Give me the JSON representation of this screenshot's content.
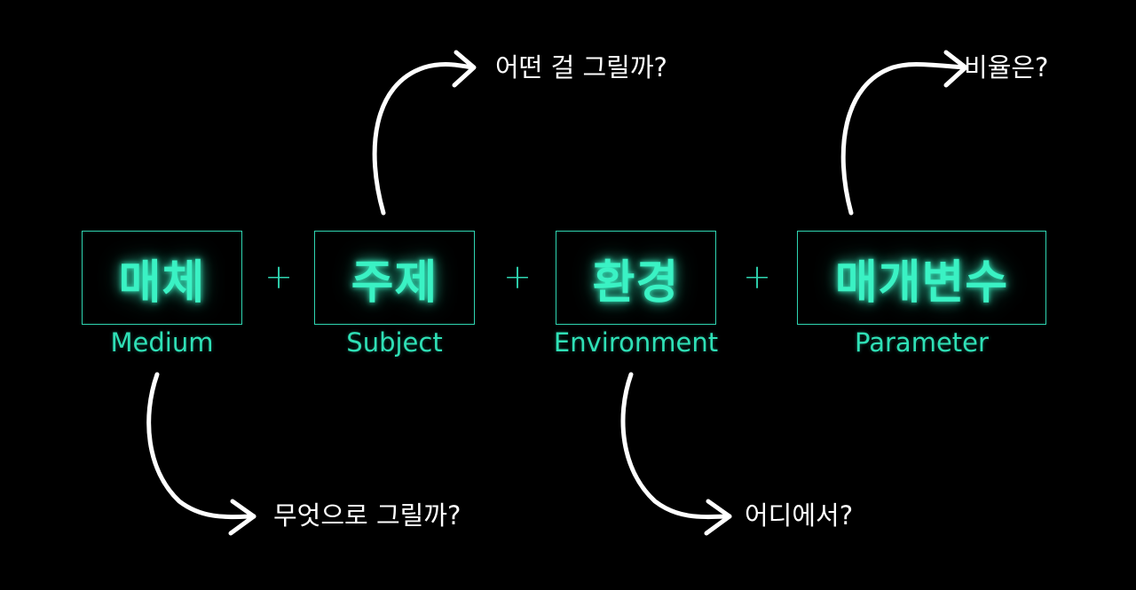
{
  "boxes": [
    {
      "title": "매체",
      "subtitle": "Medium"
    },
    {
      "title": "주제",
      "subtitle": "Subject"
    },
    {
      "title": "환경",
      "subtitle": "Environment"
    },
    {
      "title": "매개변수",
      "subtitle": "Parameter"
    }
  ],
  "plus": "+",
  "questions": {
    "subject": "어떤 걸 그릴까?",
    "parameter": "비율은?",
    "medium": "무엇으로 그릴까?",
    "environment": "어디에서?"
  },
  "colors": {
    "background": "#000000",
    "accent": "#3af2c4",
    "arrow": "#ffffff"
  }
}
